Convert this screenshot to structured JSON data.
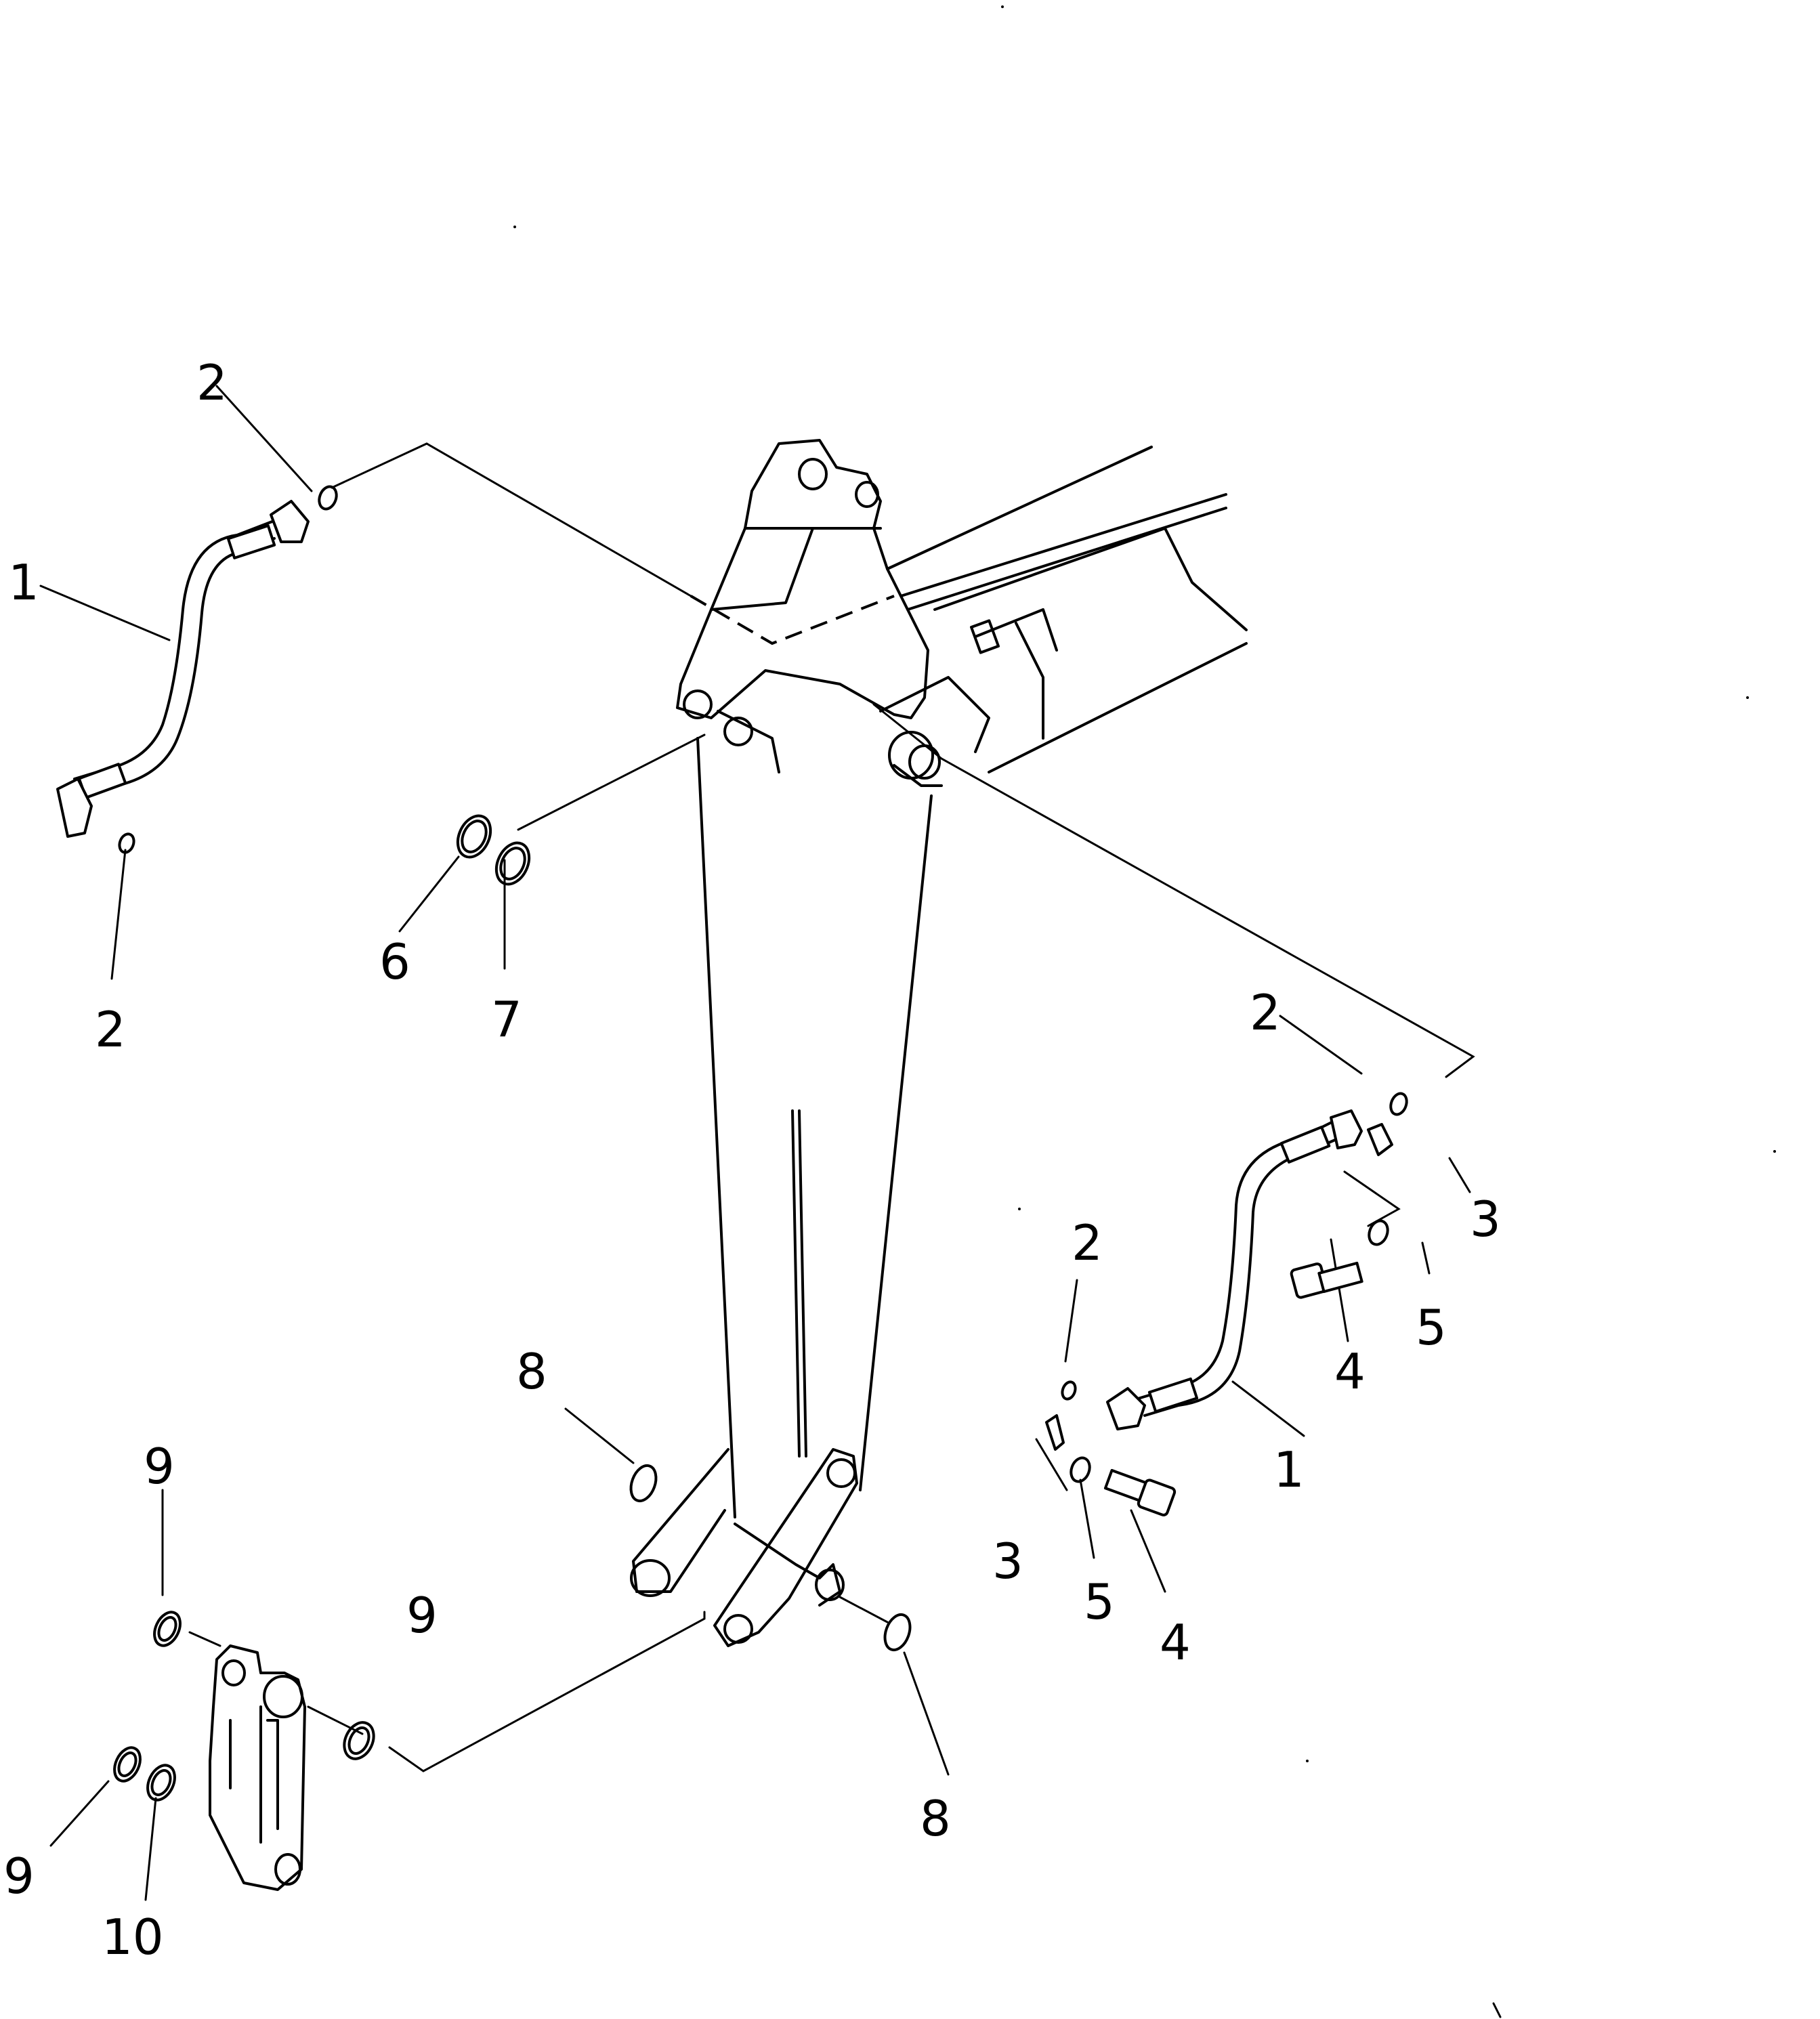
{
  "diagram": {
    "callouts": [
      {
        "id": "c-2-top-left",
        "text": "2"
      },
      {
        "id": "c-1-left",
        "text": "1"
      },
      {
        "id": "c-2-left-bottom",
        "text": "2"
      },
      {
        "id": "c-6",
        "text": "6"
      },
      {
        "id": "c-7",
        "text": "7"
      },
      {
        "id": "c-2-right-top",
        "text": "2"
      },
      {
        "id": "c-3-right",
        "text": "3"
      },
      {
        "id": "c-2-right-mid",
        "text": "2"
      },
      {
        "id": "c-5-right",
        "text": "5"
      },
      {
        "id": "c-4-right",
        "text": "4"
      },
      {
        "id": "c-1-right",
        "text": "1"
      },
      {
        "id": "c-3-lower",
        "text": "3"
      },
      {
        "id": "c-5-lower",
        "text": "5"
      },
      {
        "id": "c-4-lower",
        "text": "4"
      },
      {
        "id": "c-8-upper",
        "text": "8"
      },
      {
        "id": "c-8-lower",
        "text": "8"
      },
      {
        "id": "c-9-top",
        "text": "9"
      },
      {
        "id": "c-9-right",
        "text": "9"
      },
      {
        "id": "c-9-left",
        "text": "9"
      },
      {
        "id": "c-10",
        "text": "10"
      }
    ]
  }
}
